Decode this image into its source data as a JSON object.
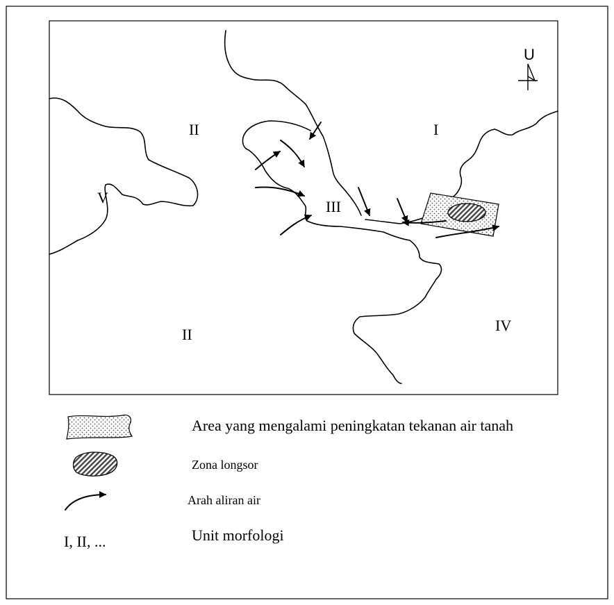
{
  "map": {
    "north_label": "U",
    "unit_labels": {
      "unit_i": "I",
      "unit_ii_north": "II",
      "unit_ii_south": "II",
      "unit_iii": "III",
      "unit_iv": "IV",
      "unit_v": "V"
    },
    "colors": {
      "line": "#000000",
      "background": "#ffffff"
    }
  },
  "legend": {
    "groundwater_pressure_area": "Area yang mengalami peningkatan tekanan air tanah",
    "landslide_zone": "Zona longsor",
    "water_flow_direction": "Arah aliran air",
    "morphology_unit": "Unit morfologi",
    "morphology_unit_symbol": "I, II, ..."
  }
}
